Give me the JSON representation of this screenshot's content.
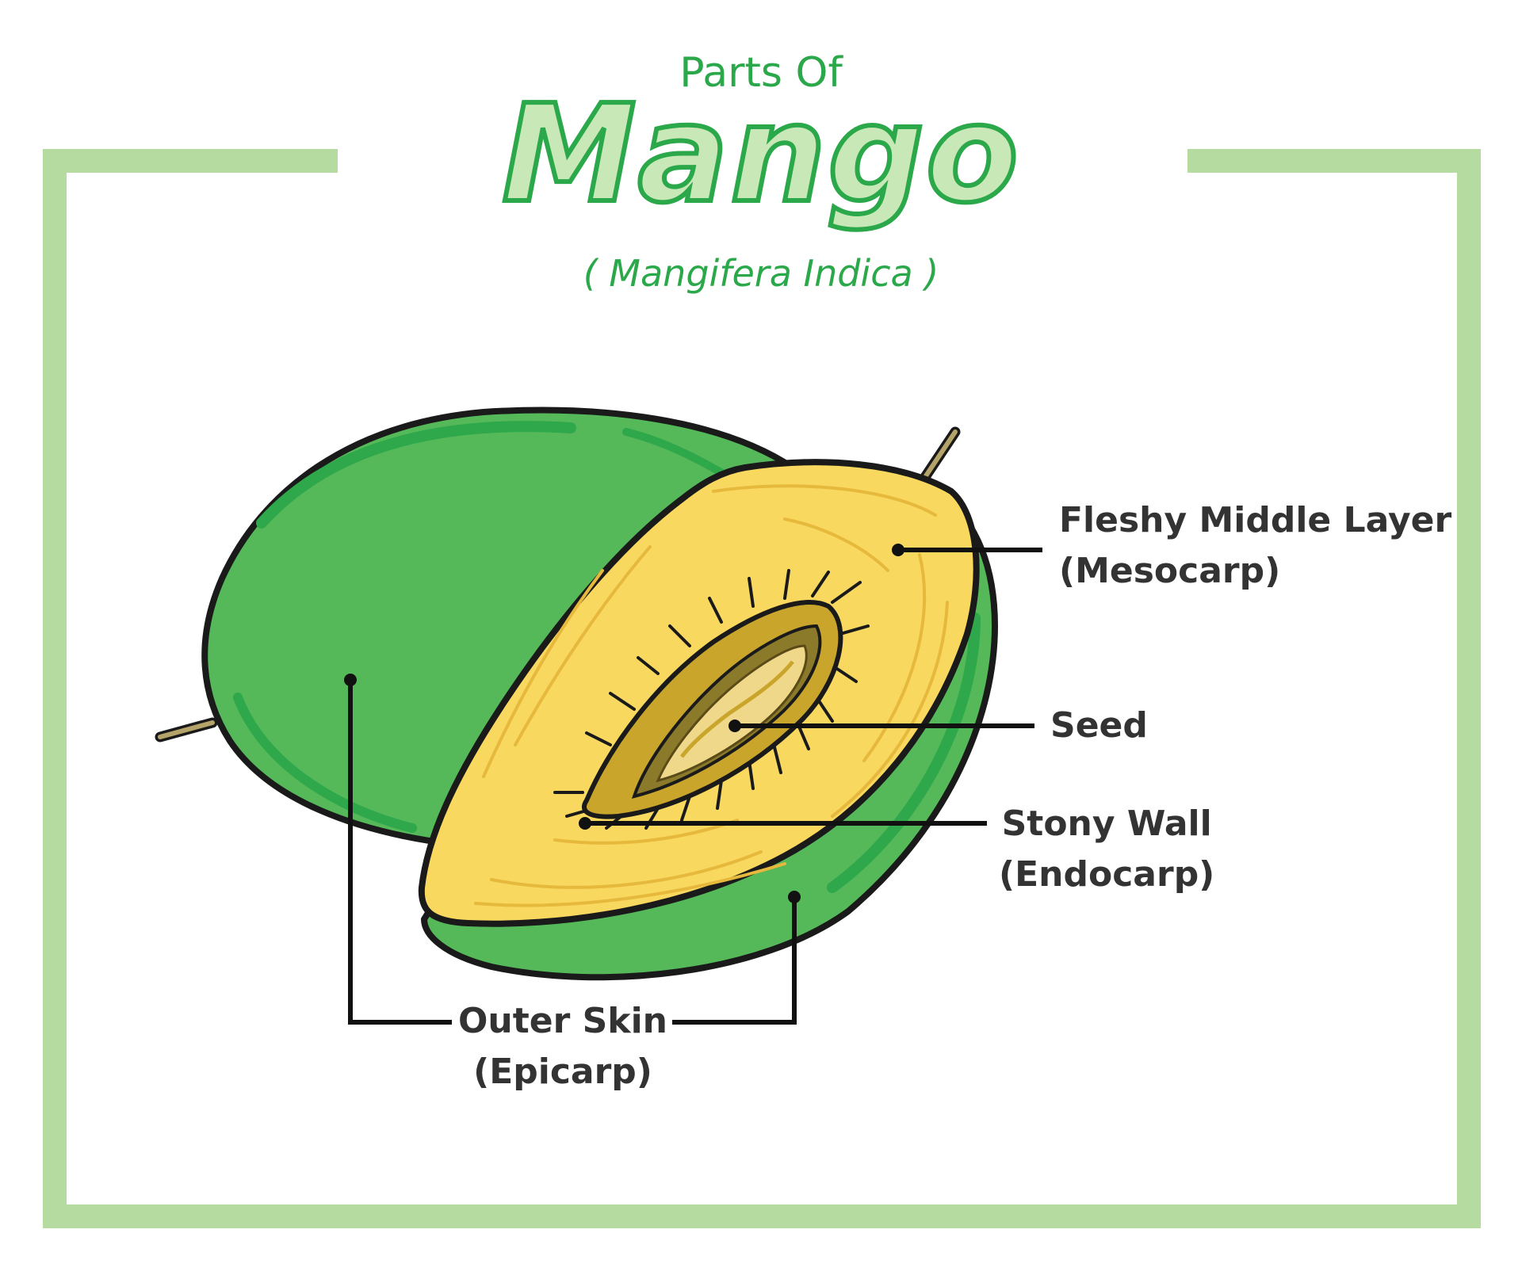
{
  "title": {
    "prefix": "Parts Of",
    "main": "Mango",
    "scientific": "( Mangifera Indica )"
  },
  "labels": {
    "mesocarp": {
      "name": "Fleshy Middle Layer",
      "term": "(Mesocarp)"
    },
    "seed": {
      "name": "Seed"
    },
    "endocarp": {
      "name": "Stony Wall",
      "term": "(Endocarp)"
    },
    "epicarp": {
      "name": "Outer Skin",
      "term": "(Epicarp)"
    }
  },
  "colors": {
    "frame": "#b6dba0",
    "title_green": "#2aa84a",
    "skin_green": "#55b95a",
    "skin_dark": "#2ea84a",
    "flesh": "#f8d85e",
    "stone": "#c9a52c",
    "outline": "#1a1a1a",
    "label_text": "#333333"
  }
}
